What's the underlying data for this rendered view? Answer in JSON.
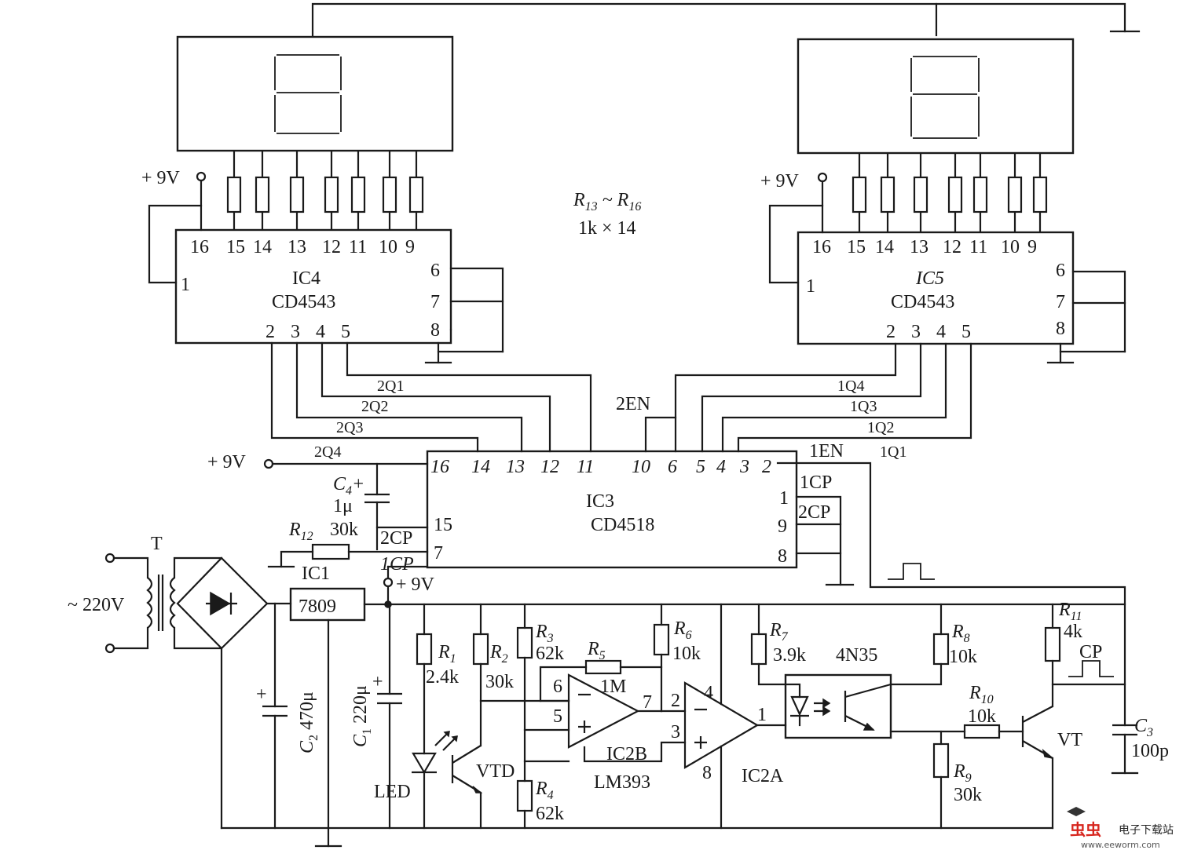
{
  "displays": {
    "res_array_label_1": "R",
    "res_array_label_sub1": "13",
    "res_array_label_tilde": " ~ ",
    "res_array_label_2": "R",
    "res_array_label_sub2": "16",
    "res_array_value": "1k × 14"
  },
  "ic4": {
    "name": "IC4",
    "part": "CD4543",
    "supply": "+ 9V",
    "top_pins": [
      "16",
      "15",
      "14",
      "13",
      "12",
      "11",
      "10",
      "9"
    ],
    "left_pin": "1",
    "right_pins": [
      "6",
      "7",
      "8"
    ],
    "bottom_pins": [
      "2",
      "3",
      "4",
      "5"
    ]
  },
  "ic5": {
    "name": "IC5",
    "part": "CD4543",
    "supply": "+ 9V",
    "top_pins": [
      "16",
      "15",
      "14",
      "13",
      "12",
      "11",
      "10",
      "9"
    ],
    "left_pin": "1",
    "right_pins": [
      "6",
      "7",
      "8"
    ],
    "bottom_pins": [
      "2",
      "3",
      "4",
      "5"
    ]
  },
  "bus_labels": {
    "q2_1": "2Q1",
    "q2_2": "2Q2",
    "q2_3": "2Q3",
    "q2_4": "2Q4",
    "q1_4": "1Q4",
    "q1_3": "1Q3",
    "q1_2": "1Q2",
    "q1_1": "1Q1",
    "en2": "2EN",
    "en1": "1EN"
  },
  "ic3": {
    "name": "IC3",
    "part": "CD4518",
    "supply": "+ 9V",
    "top_pins": [
      "16",
      "14",
      "13",
      "12",
      "11",
      "10",
      "6",
      "5",
      "4",
      "3",
      "2"
    ],
    "left_pins": [
      "15",
      "7"
    ],
    "right_pins": [
      "1",
      "9",
      "8"
    ],
    "right_labels": [
      "1CP",
      "2CP"
    ],
    "left_labels": [
      "2CP",
      "1CP"
    ]
  },
  "c4": {
    "name": "C",
    "sub": "4",
    "plus": "+",
    "value": "1μ"
  },
  "r12": {
    "name": "R",
    "sub": "12",
    "value": "30k"
  },
  "ic1": {
    "name": "IC1",
    "part": "7809",
    "out": "+ 9V"
  },
  "power": {
    "transformer": "T",
    "mains": "~ 220V"
  },
  "c2": {
    "name": "C",
    "sub": "2",
    "value": "470μ"
  },
  "c1": {
    "name": "C",
    "sub": "1",
    "value": "220μ"
  },
  "r1": {
    "name": "R",
    "sub": "1",
    "value": "2.4k"
  },
  "r2": {
    "name": "R",
    "sub": "2",
    "value": "30k"
  },
  "r3": {
    "name": "R",
    "sub": "3",
    "value": "62k"
  },
  "r4": {
    "name": "R",
    "sub": "4",
    "value": "62k"
  },
  "r5": {
    "name": "R",
    "sub": "5",
    "value": "1M"
  },
  "r6": {
    "name": "R",
    "sub": "6",
    "value": "10k"
  },
  "r7": {
    "name": "R",
    "sub": "7",
    "value": "3.9k"
  },
  "r8": {
    "name": "R",
    "sub": "8",
    "value": "10k"
  },
  "r9": {
    "name": "R",
    "sub": "9",
    "value": "30k"
  },
  "r10": {
    "name": "R",
    "sub": "10",
    "value": "10k"
  },
  "r11": {
    "name": "R",
    "sub": "11",
    "value": "4k"
  },
  "c3": {
    "name": "C",
    "sub": "3",
    "value": "100p"
  },
  "led": "LED",
  "vtd": "VTD",
  "vt": "VT",
  "opto": "4N35",
  "cp": "CP",
  "ic2b": {
    "name": "IC2B",
    "part": "LM393",
    "pins": [
      "6",
      "5",
      "7"
    ]
  },
  "ic2a": {
    "name": "IC2A",
    "pins": [
      "2",
      "3",
      "4",
      "1",
      "8"
    ]
  },
  "watermark": {
    "brand": "虫虫",
    "site": "电子下载站",
    "url": "www.eeworm.com"
  }
}
